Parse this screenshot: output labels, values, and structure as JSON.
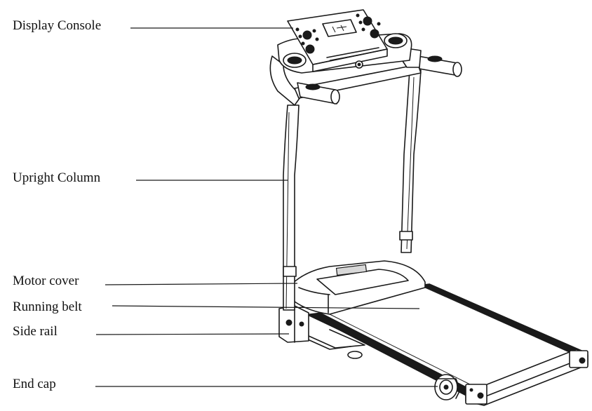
{
  "labels": {
    "display_console": "Display Console",
    "upright_column": "Upright Column",
    "motor_cover": "Motor cover",
    "running_belt": "Running belt",
    "side_rail": "Side rail",
    "end_cap": "End cap"
  },
  "colors": {
    "line": "#1a1a1a",
    "background": "#ffffff"
  }
}
